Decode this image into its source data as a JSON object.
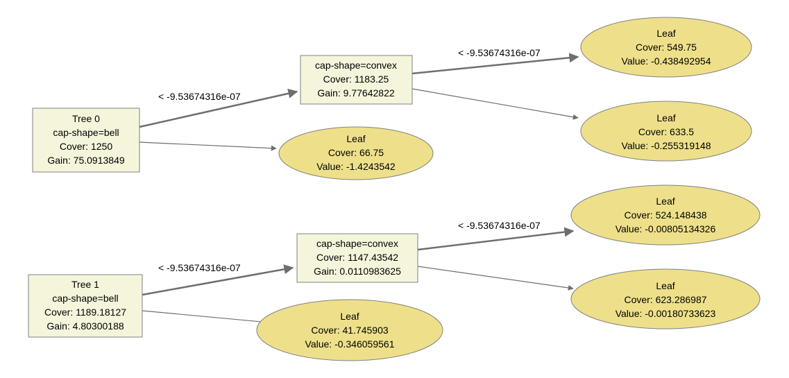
{
  "colors": {
    "box_fill": "#f5f5dc",
    "box_stroke": "#808080",
    "leaf_fill": "#eee08a",
    "leaf_stroke": "#808080",
    "edge": "#6e6e6e"
  },
  "trees": [
    {
      "root": {
        "lines": [
          "Tree 0",
          "cap-shape=bell",
          "Cover: 1250",
          "Gain: 75.0913849"
        ]
      },
      "root_yes_label": "< -9.53674316e-07",
      "split": {
        "lines": [
          "cap-shape=convex",
          "Cover: 1183.25",
          "Gain: 9.77642822"
        ]
      },
      "split_yes_label": "< -9.53674316e-07",
      "leaf_root": {
        "lines": [
          "Leaf",
          "Cover: 66.75",
          "Value: -1.4243542"
        ]
      },
      "leaf_yes": {
        "lines": [
          "Leaf",
          "Cover: 549.75",
          "Value: -0.438492954"
        ]
      },
      "leaf_no": {
        "lines": [
          "Leaf",
          "Cover: 633.5",
          "Value: -0.255319148"
        ]
      }
    },
    {
      "root": {
        "lines": [
          "Tree 1",
          "cap-shape=bell",
          "Cover: 1189.18127",
          "Gain: 4.80300188"
        ]
      },
      "root_yes_label": "< -9.53674316e-07",
      "split": {
        "lines": [
          "cap-shape=convex",
          "Cover: 1147.43542",
          "Gain: 0.0110983625"
        ]
      },
      "split_yes_label": "< -9.53674316e-07",
      "leaf_root": {
        "lines": [
          "Leaf",
          "Cover: 41.745903",
          "Value: -0.346059561"
        ]
      },
      "leaf_yes": {
        "lines": [
          "Leaf",
          "Cover: 524.148438",
          "Value: -0.00805134326"
        ]
      },
      "leaf_no": {
        "lines": [
          "Leaf",
          "Cover: 623.286987",
          "Value: -0.00180733623"
        ]
      }
    }
  ]
}
